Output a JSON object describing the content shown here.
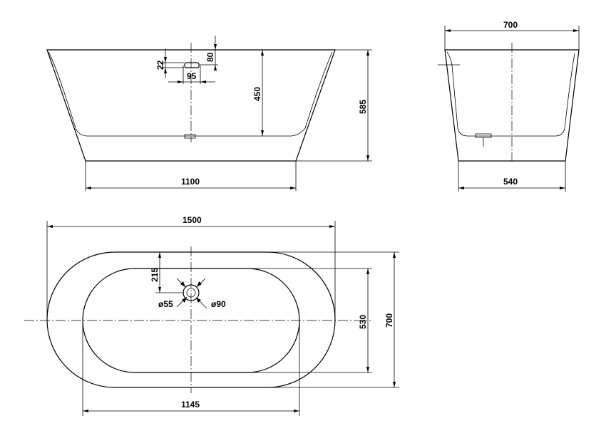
{
  "front_view": {
    "dim_length_bottom": "1100",
    "dim_height": "450",
    "dim_total_height": "585",
    "dim_overflow_width": "95",
    "dim_overflow_height": "22",
    "dim_overflow_offset": "80"
  },
  "side_view": {
    "dim_top_width": "700",
    "dim_bottom_width": "540"
  },
  "top_view": {
    "dim_total_length": "1500",
    "dim_inner_length": "1145",
    "dim_total_width": "700",
    "dim_inner_width": "530",
    "dim_drain_offset": "215",
    "dim_drain_inner": "ø55",
    "dim_drain_outer": "ø90"
  }
}
